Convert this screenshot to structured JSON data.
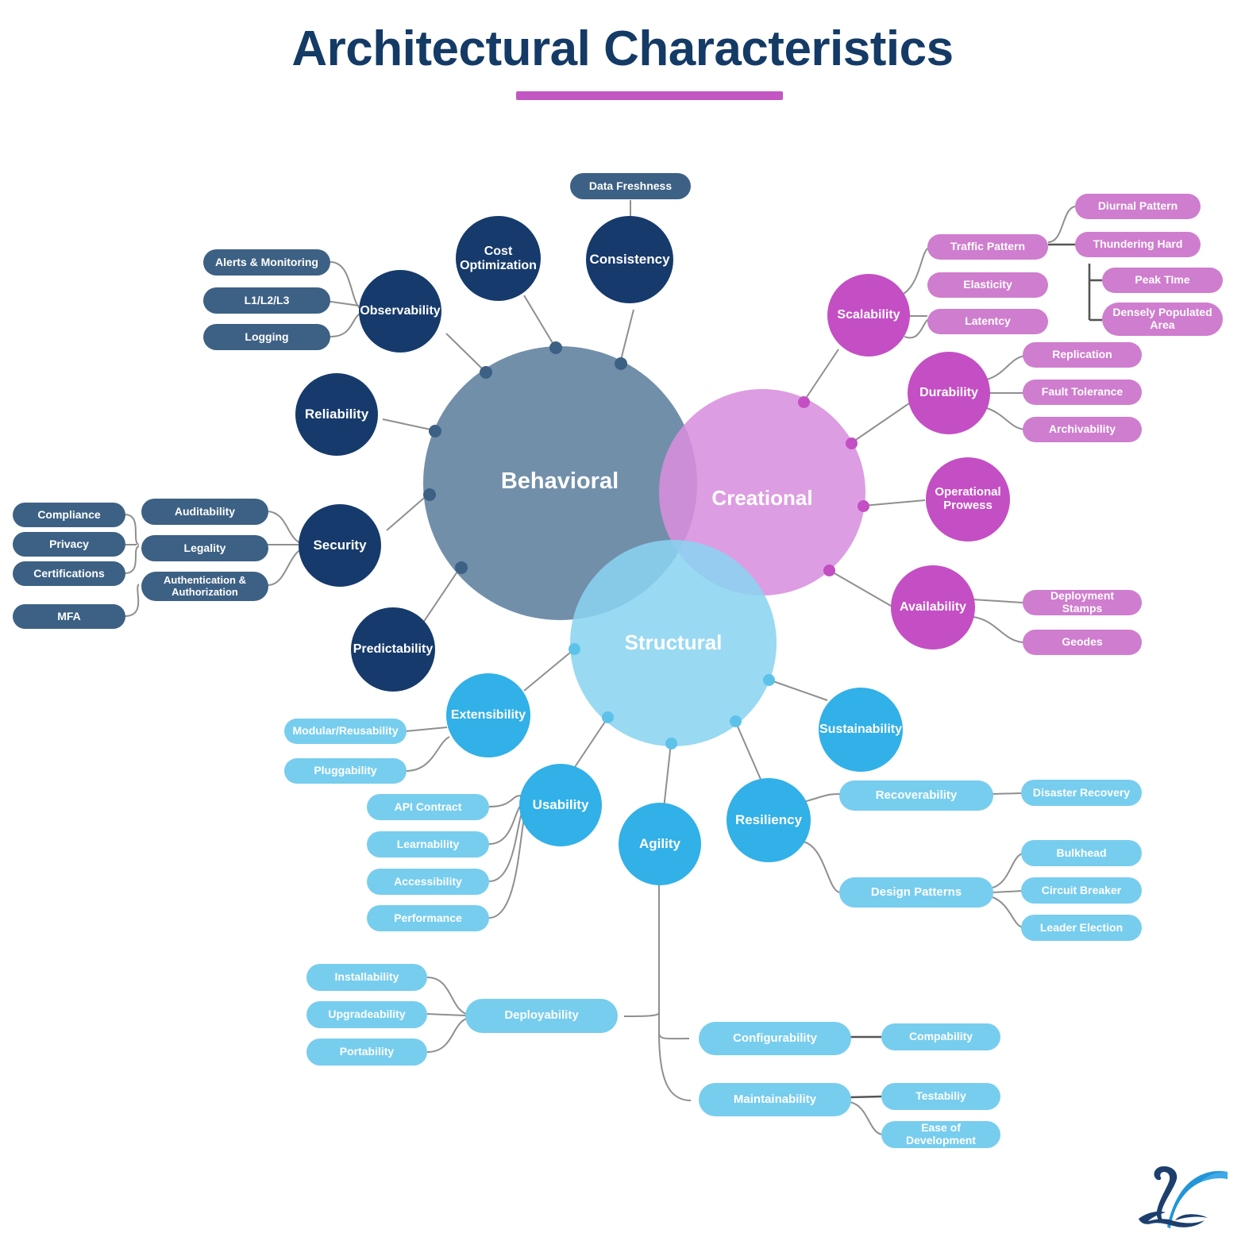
{
  "header": {
    "title": "Architectural Characteristics",
    "title_color": "#143a66",
    "rule_color": "#c256c2"
  },
  "palette": {
    "behavioral_venn": "#6686a3",
    "creational_venn": "#d88ede",
    "structural_venn": "#8ad3f0",
    "behavioral_circle": "#163a6b",
    "behavioral_pill": "#3d6184",
    "creational_circle": "#c44ec4",
    "creational_pill": "#cf7dce",
    "structural_circle": "#32b0e8",
    "structural_pill": "#77cdee",
    "link": "#8a8a8a",
    "background": "#ffffff"
  },
  "venn": {
    "behavioral": {
      "label": "Behavioral"
    },
    "creational": {
      "label": "Creational"
    },
    "structural": {
      "label": "Structural"
    }
  },
  "behavioral": {
    "nodes": [
      {
        "label": "Observability"
      },
      {
        "label": "Cost Optimization"
      },
      {
        "label": "Consistency"
      },
      {
        "label": "Reliability"
      },
      {
        "label": "Security"
      },
      {
        "label": "Predictability"
      }
    ],
    "observability_children": [
      "Alerts & Monitoring",
      "L1/L2/L3",
      "Logging"
    ],
    "consistency_children": [
      "Data Freshness"
    ],
    "security_children": [
      "Auditability",
      "Legality",
      "Authentication & Authorization"
    ],
    "security_grandchildren": [
      "Compliance",
      "Privacy",
      "Certifications",
      "MFA"
    ]
  },
  "creational": {
    "nodes": [
      {
        "label": "Scalability"
      },
      {
        "label": "Durability"
      },
      {
        "label": "Operational Prowess"
      },
      {
        "label": "Availability"
      }
    ],
    "scalability_children": [
      "Traffic Pattern",
      "Elasticity",
      "Latentcy"
    ],
    "traffic_pattern_children": [
      "Diurnal Pattern",
      "Thundering Hard"
    ],
    "thundering_hard_children": [
      "Peak TIme",
      "Densely Populated Area"
    ],
    "durability_children": [
      "Replication",
      "Fault Tolerance",
      "Archivability"
    ],
    "availability_children": [
      "Deployment Stamps",
      "Geodes"
    ]
  },
  "structural": {
    "nodes": [
      {
        "label": "Extensibility"
      },
      {
        "label": "Usability"
      },
      {
        "label": "Agility"
      },
      {
        "label": "Resiliency"
      },
      {
        "label": "Sustainability"
      }
    ],
    "extensibility_children": [
      "Modular/Reusability",
      "Pluggability"
    ],
    "usability_children": [
      "API Contract",
      "Learnability",
      "Accessibility",
      "Performance"
    ],
    "resiliency_children": [
      "Recoverability",
      "Design Patterns"
    ],
    "recoverability_children": [
      "Disaster Recovery"
    ],
    "design_patterns_children": [
      "Bulkhead",
      "Circuit Breaker",
      "Leader Election"
    ],
    "agility_children": [
      "Deployability",
      "Configurability",
      "Maintainability"
    ],
    "deployability_children": [
      "Installability",
      "Upgradeability",
      "Portability"
    ],
    "configurability_children": [
      "Compability"
    ],
    "maintainability_children": [
      "Testabiliy",
      "Ease of Development"
    ]
  },
  "logo": {
    "name": "swan-logo"
  }
}
